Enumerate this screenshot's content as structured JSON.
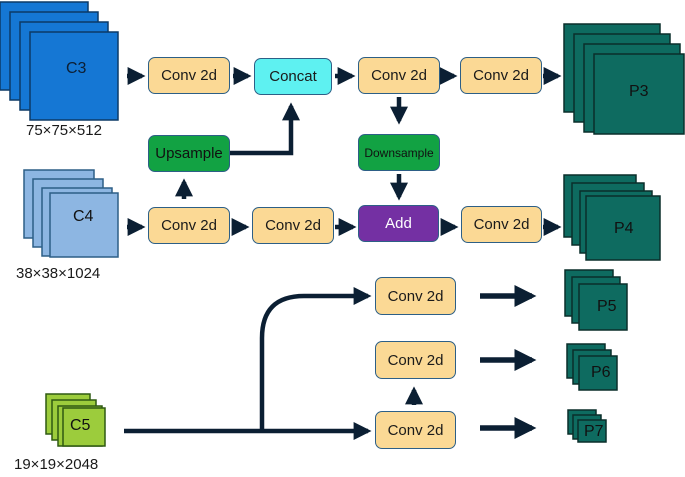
{
  "colors": {
    "c3": "#1577d4",
    "c4": "#8db6e2",
    "c5": "#9ccc3c",
    "p": "#0e6b60",
    "conv": "#fbd995",
    "concat": "#5ef1f1",
    "green": "#12a243",
    "add": "#7430a3",
    "arrow": "#0b1f33"
  },
  "inputs": {
    "c3": {
      "label": "C3",
      "shape": "75×75×512"
    },
    "c4": {
      "label": "C4",
      "shape": "38×38×1024"
    },
    "c5": {
      "label": "C5",
      "shape": "19×19×2048"
    }
  },
  "outputs": {
    "p3": "P3",
    "p4": "P4",
    "p5": "P5",
    "p6": "P6",
    "p7": "P7"
  },
  "ops": {
    "conv": "Conv  2d",
    "concat": "Concat",
    "upsample": "Upsample",
    "downsample": "Downsample",
    "add": "Add"
  }
}
